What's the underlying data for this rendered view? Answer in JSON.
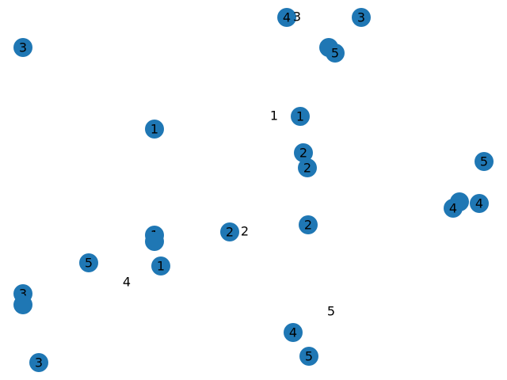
{
  "graph": {
    "node_color": "#1f77b4",
    "label_color": "#000000",
    "nodes": [
      {
        "label": "4"
      },
      {
        "label": "3"
      },
      {
        "label": "3"
      },
      {
        "label": ""
      },
      {
        "label": "5"
      },
      {
        "label": "1"
      },
      {
        "label": "1"
      },
      {
        "label": "2"
      },
      {
        "label": "2"
      },
      {
        "label": "5"
      },
      {
        "label": ""
      },
      {
        "label": "4"
      },
      {
        "label": "4"
      },
      {
        "label": "2"
      },
      {
        "label": "2"
      },
      {
        "label": "1"
      },
      {
        "label": ""
      },
      {
        "label": "5"
      },
      {
        "label": "1"
      },
      {
        "label": "3"
      },
      {
        "label": ""
      },
      {
        "label": "4"
      },
      {
        "label": "3"
      },
      {
        "label": "5"
      },
      {
        "label": "3"
      }
    ],
    "free_labels": [
      {
        "label": "3"
      },
      {
        "label": "1"
      },
      {
        "label": "2"
      },
      {
        "label": "4"
      },
      {
        "label": "5"
      }
    ]
  }
}
